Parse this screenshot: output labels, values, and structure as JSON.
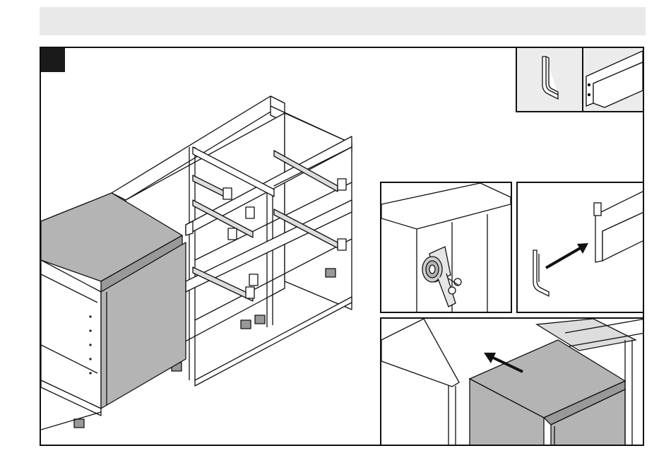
{
  "document": {
    "header_text": "",
    "step_number": ""
  },
  "panels": {
    "parts_left": "bracket-part",
    "parts_right": "plinth-profile-part",
    "detail_tape": "tape-roll-with-scissors",
    "detail_attach": "attach-bracket-to-profile",
    "detail_slide": "slide-worktop-into-place"
  },
  "colors": {
    "line": "#111111",
    "panel_fill": "#ececec",
    "surface_gray": "#b4b4b4",
    "header_gray": "#e9e9e9"
  }
}
